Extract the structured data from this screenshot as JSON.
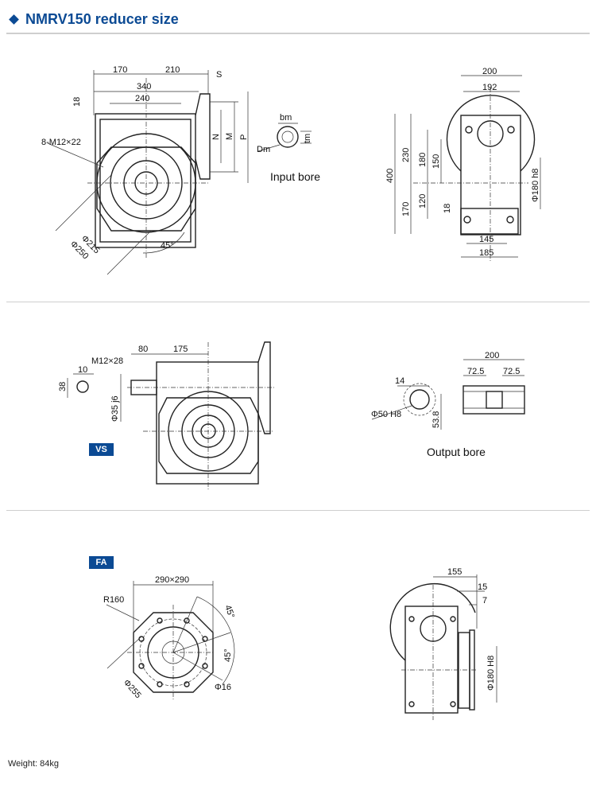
{
  "header": {
    "title": "NMRV150 reducer size",
    "icon": "diamond-bullet-icon",
    "color": "#0b4a94"
  },
  "front_view": {
    "dims": {
      "d170": "170",
      "d210": "210",
      "d340": "340",
      "d240": "240",
      "d18": "18",
      "s": "S",
      "n": "N",
      "m": "M",
      "p": "P",
      "holes": "8-M12×22",
      "d215": "Φ215",
      "d250": "Φ250",
      "angle": "45°"
    }
  },
  "input_bore": {
    "label": "Input bore",
    "bm": "bm",
    "tm": "tm",
    "dm": "Dm"
  },
  "side_view": {
    "dims": {
      "d200": "200",
      "d192": "192",
      "d400": "400",
      "d230": "230",
      "d170": "170",
      "d180": "180",
      "d150": "150",
      "d120": "120",
      "d18": "18",
      "d145": "145",
      "d185": "185",
      "shaft": "Φ180 h8"
    }
  },
  "vs": {
    "badge": "VS",
    "dims": {
      "d80": "80",
      "d175": "175",
      "thread": "M12×28",
      "d10": "10",
      "d38": "38",
      "shaft": "Φ35 j6"
    }
  },
  "output_bore": {
    "label": "Output bore",
    "dims": {
      "d14": "14",
      "bore": "Φ50 H8",
      "d53": "53.8",
      "d200": "200",
      "d72a": "72.5",
      "d72b": "72.5"
    }
  },
  "fa": {
    "badge": "FA",
    "dims": {
      "square": "290×290",
      "r160": "R160",
      "a1": "45°",
      "a2": "45°",
      "hole": "Φ16",
      "pcd": "Φ255"
    }
  },
  "fa_side": {
    "dims": {
      "d155": "155",
      "d15": "15",
      "d7": "7",
      "spigot": "Φ180 H8"
    }
  },
  "footer": {
    "weight": "Weight: 84kg"
  }
}
